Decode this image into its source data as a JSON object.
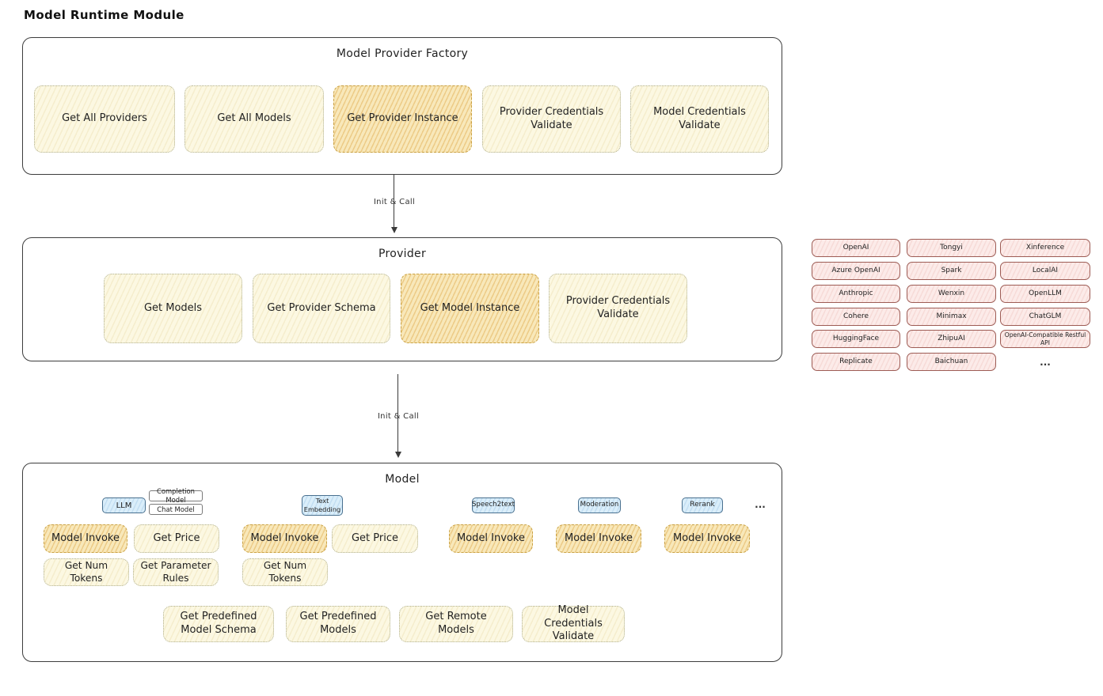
{
  "page_title": "Model Runtime Module",
  "arrows": {
    "label1": "Init & Call",
    "label2": "Init & Call"
  },
  "factory": {
    "title": "Model Provider Factory",
    "items": [
      "Get All Providers",
      "Get All Models",
      "Get Provider Instance",
      "Provider Credentials Validate",
      "Model Credentials Validate"
    ]
  },
  "provider": {
    "title": "Provider",
    "items": [
      "Get Models",
      "Get Provider Schema",
      "Get Model Instance",
      "Provider Credentials Validate"
    ]
  },
  "providers_grid": {
    "col1": [
      "OpenAI",
      "Azure OpenAI",
      "Anthropic",
      "Cohere",
      "HuggingFace",
      "Replicate"
    ],
    "col2": [
      "Tongyi",
      "Spark",
      "Wenxin",
      "Minimax",
      "ZhipuAI",
      "Baichuan"
    ],
    "col3": [
      "Xinference",
      "LocalAI",
      "OpenLLM",
      "ChatGLM",
      "OpenAI-Compatible Restful API"
    ],
    "more": "..."
  },
  "model": {
    "title": "Model",
    "tabs": {
      "llm": "LLM",
      "completion": "Completion Model",
      "chat": "Chat Model",
      "embedding": "Text Embedding",
      "speech2text": "Speech2text",
      "moderation": "Moderation",
      "rerank": "Rerank",
      "more": "..."
    },
    "llm_ops": [
      "Model Invoke",
      "Get Price",
      "Get Num Tokens",
      "Get Parameter Rules"
    ],
    "embedding_ops": [
      "Model Invoke",
      "Get Price",
      "Get Num Tokens"
    ],
    "speech2text_ops": [
      "Model Invoke"
    ],
    "moderation_ops": [
      "Model Invoke"
    ],
    "rerank_ops": [
      "Model Invoke"
    ],
    "bottom_ops": [
      "Get Predefined Model Schema",
      "Get Predefined Models",
      "Get Remote Models",
      "Model Credentials Validate"
    ]
  }
}
